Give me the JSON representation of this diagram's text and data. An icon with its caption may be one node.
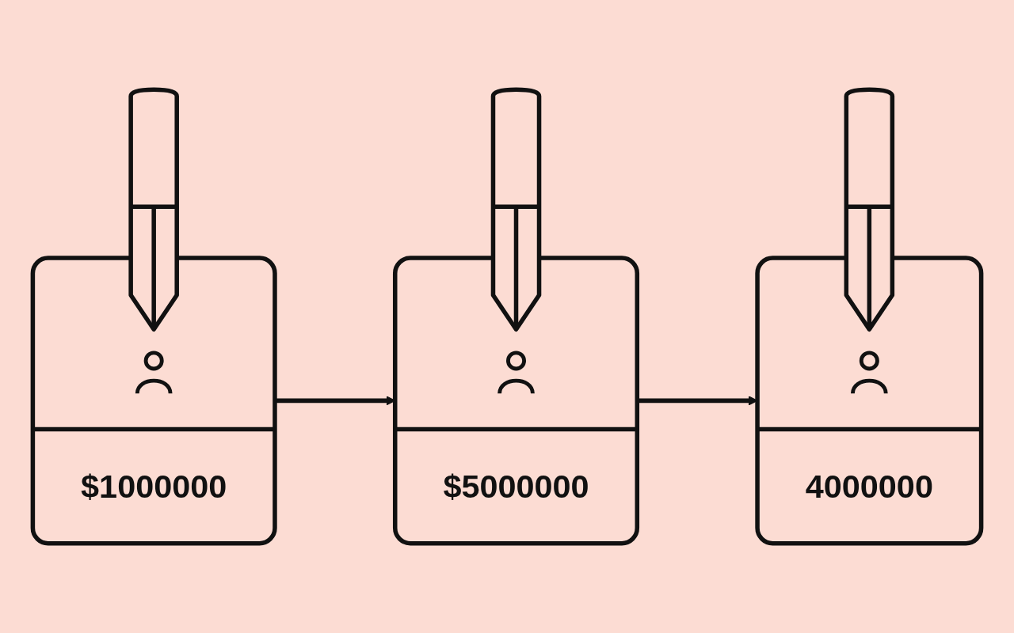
{
  "diagram": {
    "nodes": [
      {
        "text": [
          "$1000000"
        ]
      },
      {
        "text": [
          "$5000000"
        ]
      },
      {
        "text": [
          "4000000"
        ]
      }
    ],
    "edges": [
      {
        "from": 0,
        "to": 1,
        "arrow": "to"
      },
      {
        "from": 1,
        "to": 2,
        "arrow": "to"
      }
    ]
  }
}
